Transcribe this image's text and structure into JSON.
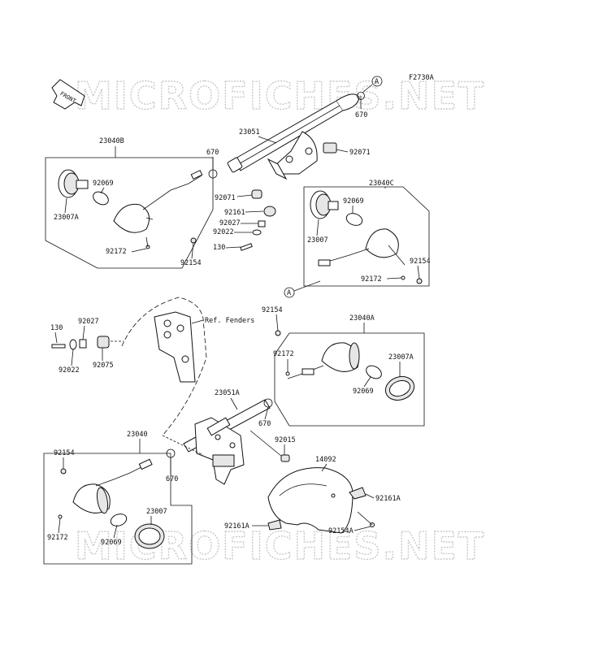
{
  "diagram_id": "F2730A",
  "watermark": "MICROFICHES.NET",
  "front_tag": "FRONT",
  "ref_label": "Ref. Fenders",
  "callout": "A",
  "labels": {
    "p670_top": "670",
    "p23051": "23051",
    "p92071_r": "92071",
    "p23040B": "23040B",
    "p670_b": "670",
    "p92069_b": "92069",
    "p23007A_b": "23007A",
    "p92172_b": "92172",
    "p92154_b": "92154",
    "p92071_l": "92071",
    "p92161": "92161",
    "p92027_c": "92027",
    "p92022_c": "92022",
    "p130_c": "130",
    "p23040C": "23040C",
    "p92069_c": "92069",
    "p23007_c": "23007",
    "p92154_c": "92154",
    "p92172_c": "92172",
    "p130_l": "130",
    "p92027_l": "92027",
    "p92022_l": "92022",
    "p92075": "92075",
    "p92154_m": "92154",
    "p23040A": "23040A",
    "p92172_a": "92172",
    "p23007A_a": "23007A",
    "p92069_a": "92069",
    "p23051A": "23051A",
    "p670_m": "670",
    "p92015": "92015",
    "p14092": "14092",
    "p23040": "23040",
    "p92154_d": "92154",
    "p670_d": "670",
    "p92161A_r": "92161A",
    "p23007_d": "23007",
    "p92172_d": "92172",
    "p92069_d": "92069",
    "p92161A_l": "92161A",
    "p92154A": "92154A"
  }
}
